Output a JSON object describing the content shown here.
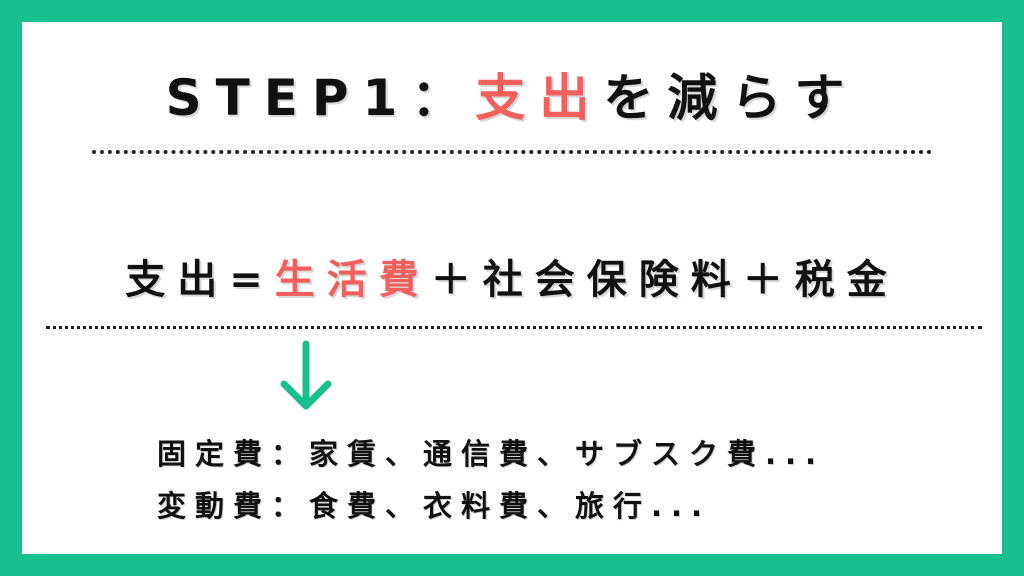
{
  "title": {
    "prefix": "STEP1：",
    "accent": "支出",
    "suffix": "を減らす"
  },
  "formula": {
    "lhs": "支出=",
    "accent": "生活費",
    "rhs": "＋社会保険料＋税金"
  },
  "breakdown": [
    {
      "text": "固定費：家賃、通信費、サブスク費..."
    },
    {
      "text": "変動費：食費、衣料費、旅行..."
    }
  ],
  "colors": {
    "frame": "#18c08f",
    "accent": "#f25f5c",
    "arrow": "#18c08f",
    "text": "#111111"
  },
  "icons": {
    "arrow": "down-arrow-icon"
  }
}
